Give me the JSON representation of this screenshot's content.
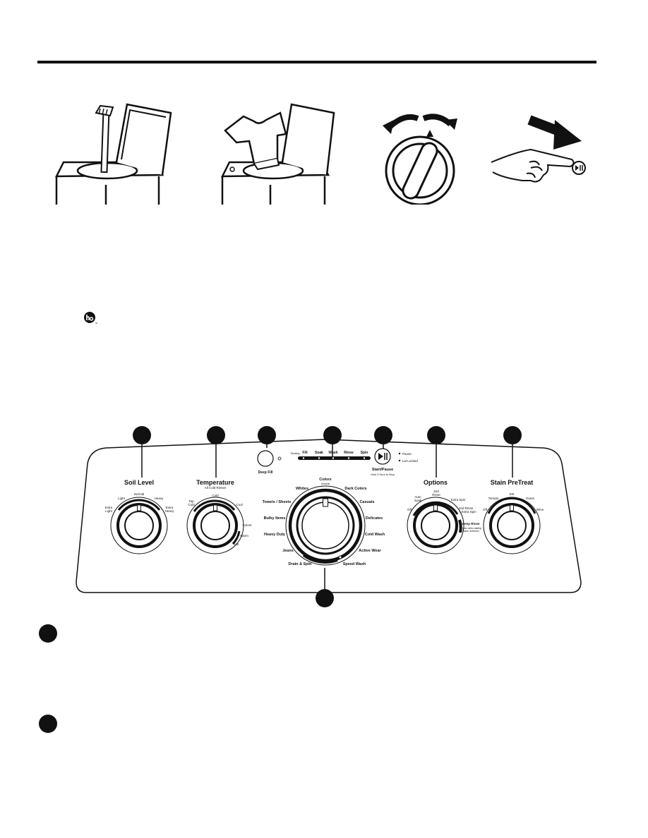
{
  "panel": {
    "sections": {
      "soil_level": {
        "title": "Soil Level",
        "settings": {
          "extra_light": "Extra\nLight",
          "light": "Light",
          "normal": "Normal",
          "heavy": "Heavy",
          "extra_heavy": "Extra\nHeavy"
        }
      },
      "temperature": {
        "title": "Temperature",
        "subtitle": "All Cold Rinses",
        "settings": {
          "tap_cold": "Tap\nCold",
          "cold": "Cold",
          "cool": "Cool",
          "colors": "Colors",
          "warm": "Warm",
          "hot": "Hot"
        }
      },
      "deep_fill": {
        "label": "Deep Fill"
      },
      "status": {
        "sensing": "Sensing",
        "stages": [
          "Fill",
          "Soak",
          "Wash",
          "Rinse",
          "Spin"
        ]
      },
      "start_pause": {
        "label": "Start/Pause",
        "sublabel": "Hold 3 Secs to Stop",
        "indicators": [
          "Pause",
          "Lid Locked"
        ]
      },
      "cycles": {
        "top_label": "Colors",
        "top_sublabel": "Normal",
        "items": [
          "Whites",
          "Dark Colors",
          "Towels / Sheets",
          "Casuals",
          "Bulky Items",
          "Delicates",
          "Heavy Duty",
          "Cold Wash",
          "Jeans",
          "Active Wear",
          "Drain & Spin",
          "Speed Wash"
        ]
      },
      "options": {
        "title": "Options",
        "settings": {
          "off": "Off",
          "auto_soak": "Auto\nSoak",
          "second_rinse": "2nd\nRinse",
          "extra_spin": "Extra Spin",
          "second_rinse_extra_spin": "2nd Rinse\n+ Extra Spin",
          "deep_rinse": "Deep Rinse",
          "deep_rinse_note": "(also when adding\nFabric Softener)"
        }
      },
      "stain_pretreat": {
        "title": "Stain PreTreat",
        "settings": {
          "off": "Off",
          "tomato": "Tomato",
          "dirt": "Dirt",
          "grass": "Grass",
          "wine": "Wine"
        }
      }
    }
  },
  "colors": {
    "ink": "#111111",
    "background": "#ffffff"
  }
}
